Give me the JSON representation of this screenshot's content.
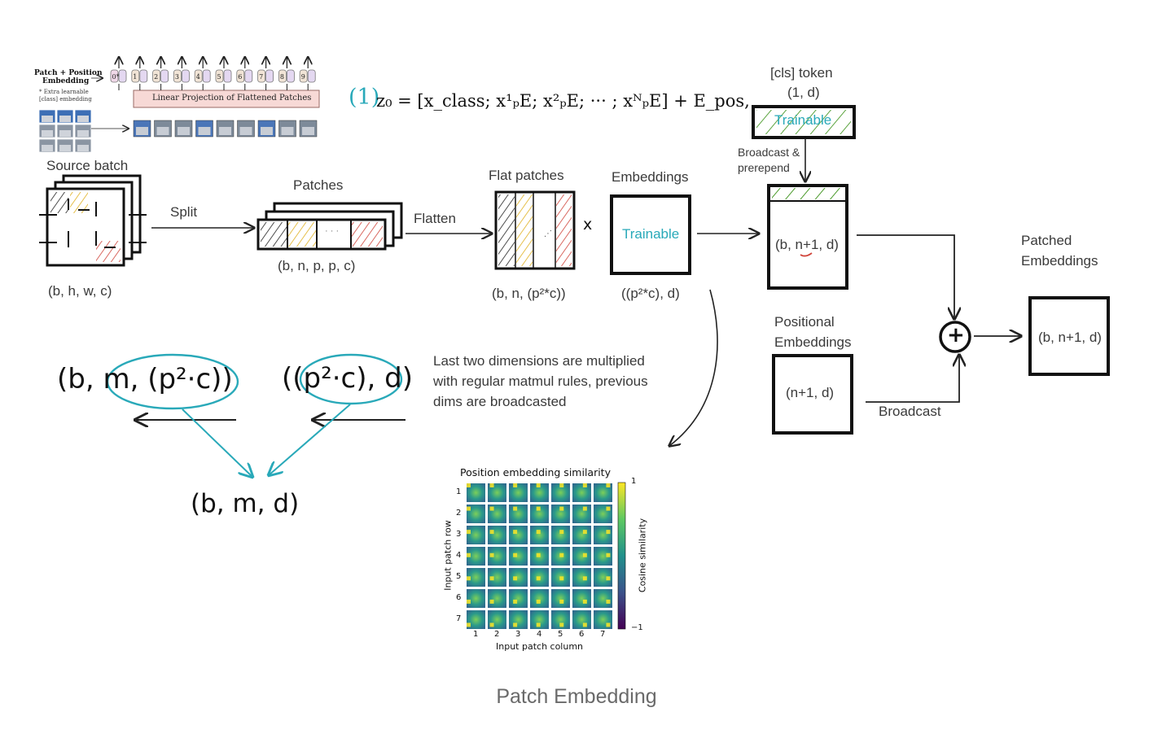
{
  "caption": "Patch Embedding",
  "vit_thumb": {
    "side_label_1": "Patch + Position",
    "side_label_2": "Embedding",
    "side_note_1": "* Extra learnable",
    "side_note_2": "[class] embedding",
    "projection_label": "Linear Projection of Flattened Patches",
    "tokens": [
      "0*",
      "1",
      "2",
      "3",
      "4",
      "5",
      "6",
      "7",
      "8",
      "9"
    ]
  },
  "equation": {
    "step": "(1)",
    "text": "z₀ = [x_class; x¹ₚE; x²ₚE; ··· ; xᴺₚE] + E_pos,"
  },
  "source_batch": {
    "title": "Source batch",
    "shape": "(b, h, w, c)"
  },
  "split_label": "Split",
  "patches": {
    "title": "Patches",
    "shape": "(b, n, p, p, c)",
    "dots": "· · ·"
  },
  "flatten_label": "Flatten",
  "flat_patches": {
    "title": "Flat patches",
    "shape": "(b, n, (p²*c))",
    "times": "x"
  },
  "embeddings": {
    "title": "Embeddings",
    "inner": "Trainable",
    "shape": "((p²*c), d)"
  },
  "cls_token": {
    "title": "[cls] token",
    "shape": "(1, d)",
    "inner": "Trainable"
  },
  "broadcast_prepend": {
    "line1": "Broadcast &",
    "line2": "prerepend"
  },
  "concat_box": {
    "inner": "(b, n+1, d)"
  },
  "positional": {
    "title1": "Positional",
    "title2": "Embeddings",
    "inner": "(n+1, d)"
  },
  "broadcast_label": "Broadcast",
  "plus_symbol": "+",
  "patched": {
    "title1": "Patched",
    "title2": "Embeddings",
    "inner": "(b, n+1, d)"
  },
  "matmul_note": {
    "line1": "Last two dimensions are multiplied",
    "line2": "with regular matmul rules, previous",
    "line3": "dims are broadcasted"
  },
  "handwritten": {
    "left": "(b, m, (p²·c))",
    "right": "((p²·c), d)",
    "result": "(b, m, d)"
  },
  "heatmap": {
    "title": "Position embedding similarity",
    "xlabel": "Input patch column",
    "ylabel": "Input patch row",
    "colorbar_label": "Cosine similarity",
    "colorbar_max": "1",
    "colorbar_min": "−1",
    "rows": [
      "1",
      "2",
      "3",
      "4",
      "5",
      "6",
      "7"
    ],
    "cols": [
      "1",
      "2",
      "3",
      "4",
      "5",
      "6",
      "7"
    ]
  },
  "colors": {
    "teal": "#29a9b9",
    "green_hatch": "#4a9a2a",
    "yellow_hatch": "#e0b020",
    "red_hatch": "#d0443a",
    "ink": "#111111"
  }
}
